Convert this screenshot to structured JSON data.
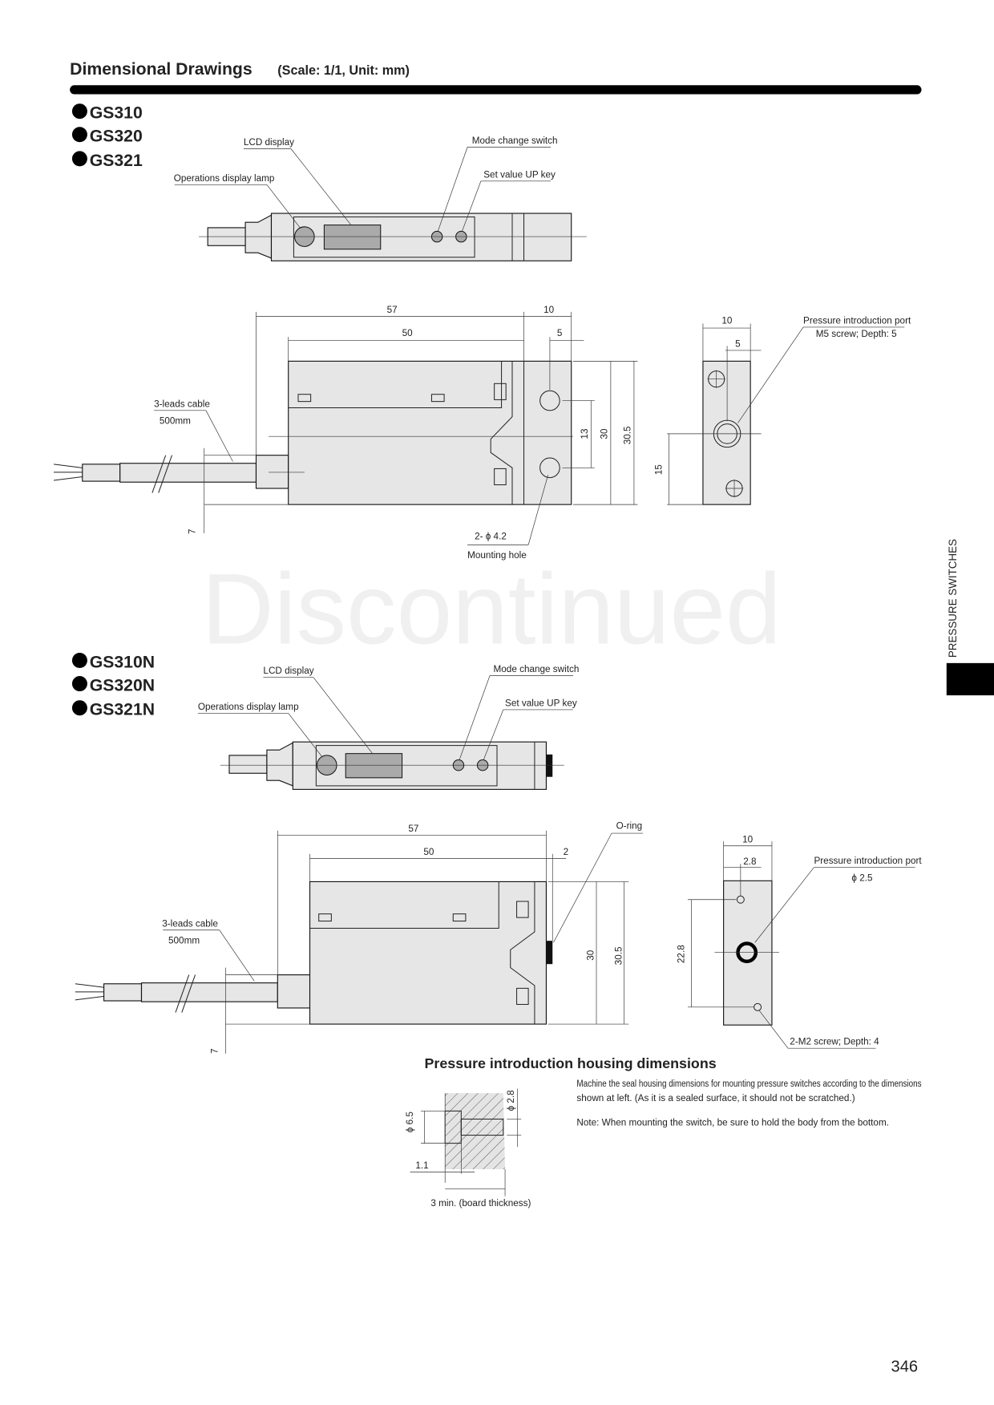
{
  "header": {
    "title": "Dimensional Drawings",
    "subtitle": "(Scale: 1/1, Unit: mm)"
  },
  "group1": {
    "models": [
      "GS310",
      "GS320",
      "GS321"
    ],
    "labels": {
      "lcd": "LCD display",
      "lamp": "Operations display lamp",
      "mode": "Mode change switch",
      "up": "Set value UP key",
      "cable": "3-leads cable",
      "cable_len": "500mm",
      "hole": "2- ϕ 4.2",
      "hole_name": "Mounting hole",
      "port": "Pressure introduction port",
      "port_spec": "M5 screw; Depth: 5"
    },
    "dims": {
      "d57": "57",
      "d10": "10",
      "d50": "50",
      "d5": "5",
      "d13": "13",
      "d30": "30",
      "d305": "30.5",
      "d7": "7",
      "s10": "10",
      "s5": "5",
      "s15": "15"
    }
  },
  "group2": {
    "models": [
      "GS310N",
      "GS320N",
      "GS321N"
    ],
    "labels": {
      "lcd": "LCD display",
      "lamp": "Operations display lamp",
      "mode": "Mode change switch",
      "up": "Set value UP key",
      "cable": "3-leads cable",
      "cable_len": "500mm",
      "oring": "O-ring",
      "port": "Pressure introduction port",
      "port_spec": "ϕ 2.5",
      "screw": "2-M2 screw; Depth: 4"
    },
    "dims": {
      "d57": "57",
      "d50": "50",
      "d2": "2",
      "d30": "30",
      "d305": "30.5",
      "d7": "7",
      "s10": "10",
      "s28": "2.8",
      "s228": "22.8"
    }
  },
  "watermark": "Discontinued",
  "housing": {
    "title": "Pressure introduction housing dimensions",
    "text1": "Machine the seal housing dimensions for mounting pressure switches according to the dimensions",
    "text2": "shown at left.  (As it is a sealed surface, it should not be scratched.)",
    "note": "Note:  When mounting the switch, be sure to hold the body from the bottom.",
    "d65": "ϕ 6.5",
    "d28": "ϕ 2.8",
    "d11": "1.1",
    "board": "3 min. (board thickness)"
  },
  "side_tab": "PRESSURE SWITCHES",
  "page_number": "346"
}
